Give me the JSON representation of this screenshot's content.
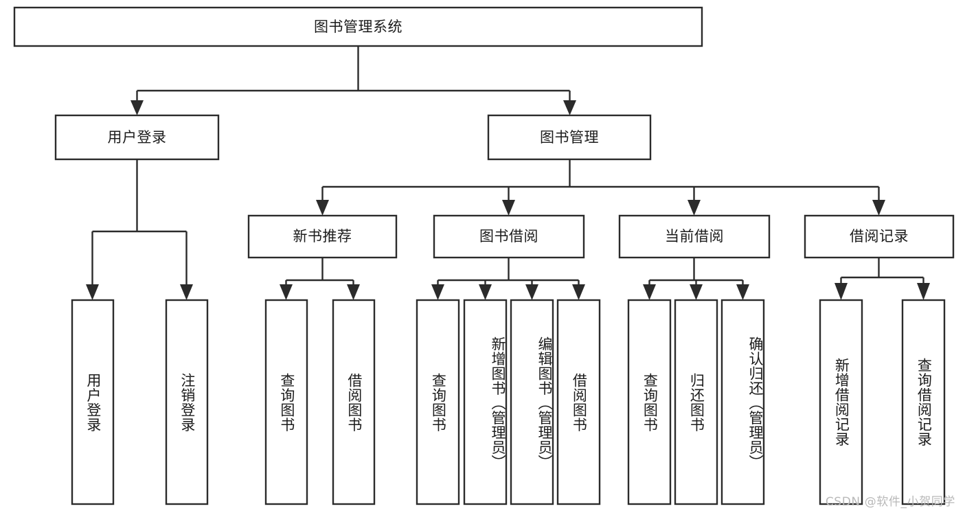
{
  "diagram": {
    "type": "tree",
    "title": "图书管理系统",
    "watermark": "CSDN @软件_小贺同学",
    "colors": {
      "stroke": "#2b2b2b",
      "fill": "#ffffff",
      "text": "#1b1b1b",
      "watermark": "#b9b9b9",
      "background": "#ffffff"
    },
    "levels": {
      "root": {
        "label": "图书管理系统"
      },
      "level2": [
        {
          "label": "用户登录"
        },
        {
          "label": "图书管理"
        }
      ],
      "level3": [
        {
          "label": "新书推荐"
        },
        {
          "label": "图书借阅"
        },
        {
          "label": "当前借阅"
        },
        {
          "label": "借阅记录"
        }
      ],
      "leaves": {
        "user_login": [
          {
            "label": "用户登录"
          },
          {
            "label": "注销登录"
          }
        ],
        "new_book_recommend": [
          {
            "label": "查询图书"
          },
          {
            "label": "借阅图书"
          }
        ],
        "book_borrow": [
          {
            "label": "查询图书"
          },
          {
            "label": "新增图书（管理员）"
          },
          {
            "label": "编辑图书（管理员）"
          },
          {
            "label": "借阅图书"
          }
        ],
        "current_borrow": [
          {
            "label": "查询图书"
          },
          {
            "label": "归还图书"
          },
          {
            "label": "确认归还（管理员）"
          }
        ],
        "borrow_records": [
          {
            "label": "新增借阅记录"
          },
          {
            "label": "查询借阅记录"
          }
        ]
      }
    }
  }
}
